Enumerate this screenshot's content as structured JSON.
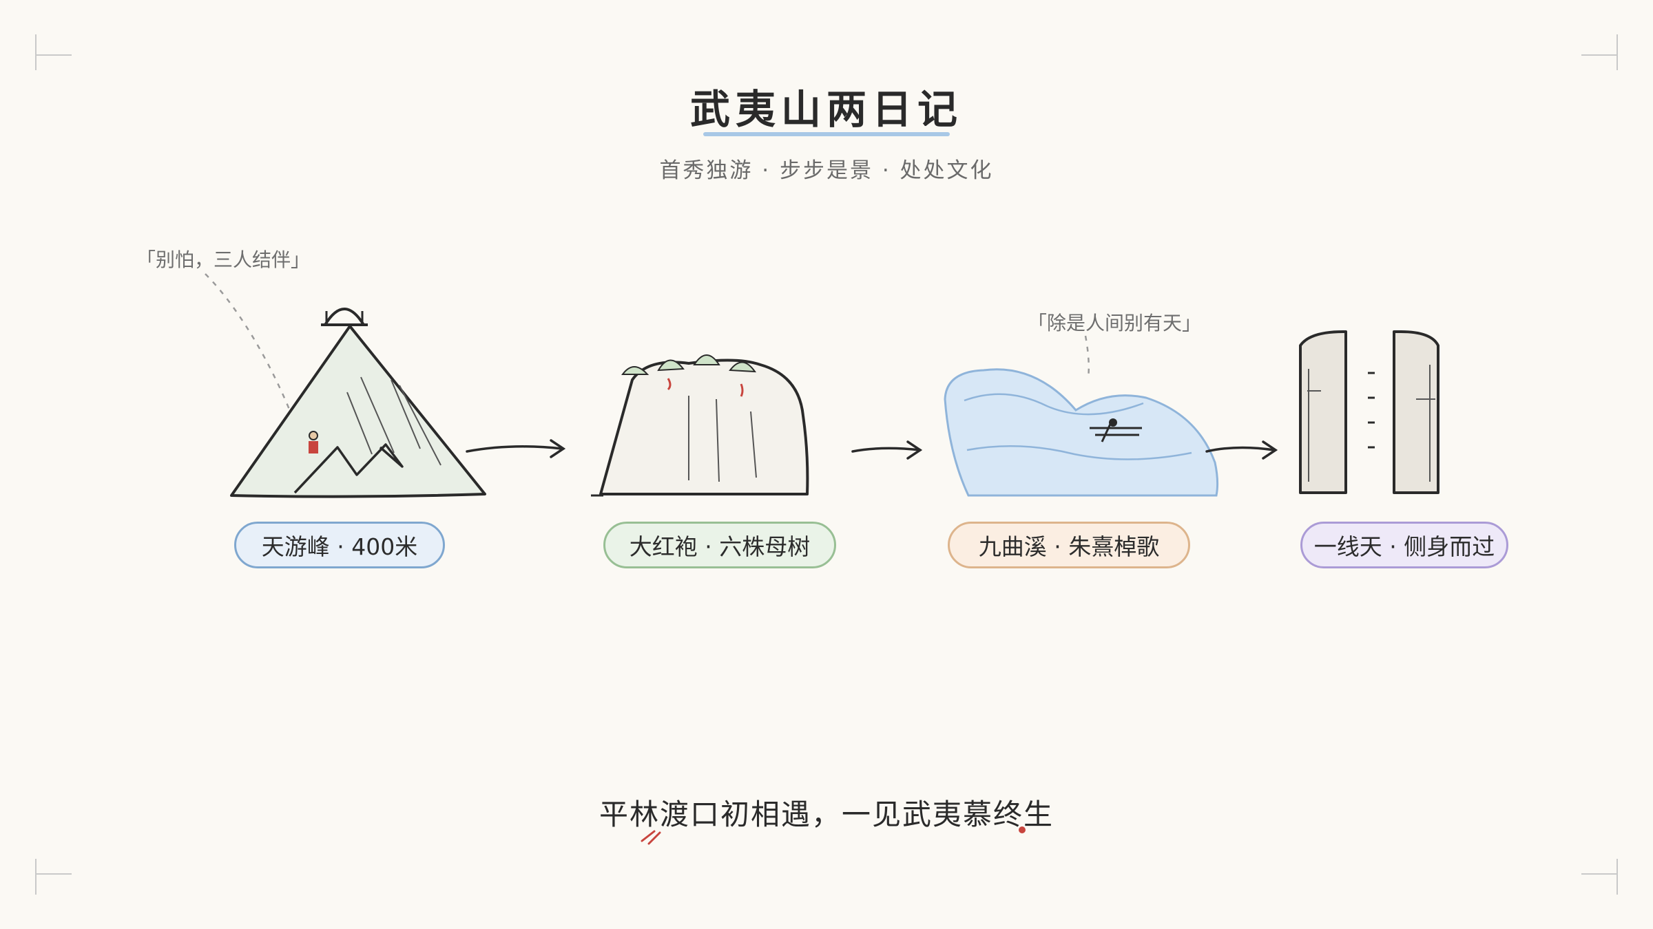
{
  "header": {
    "title": "武夷山两日记",
    "subtitle": "首秀独游 · 步步是景 · 处处文化"
  },
  "notes": {
    "companion": "「别怕，三人结伴」",
    "heaven": "「除是人间别有天」"
  },
  "stops": [
    {
      "label": "天游峰 · 400米",
      "bg": "#e8f0f9",
      "border": "#7fa7cf"
    },
    {
      "label": "大红袍 · 六株母树",
      "bg": "#eaf3e8",
      "border": "#98bf94"
    },
    {
      "label": "九曲溪 · 朱熹棹歌",
      "bg": "#fbeee2",
      "border": "#ddb48c"
    },
    {
      "label": "一线天 · 侧身而过",
      "bg": "#eee9f8",
      "border": "#ab9bd6"
    }
  ],
  "footer": {
    "poem": "平林渡口初相遇，一见武夷慕终生"
  },
  "colors": {
    "background": "#fbf9f4",
    "ink": "#2a2a2a",
    "accent_red": "#c8453e",
    "water_blue": "#d7e7f6",
    "mountain_green": "#e9efe6"
  },
  "icons": [
    "pavilion-icon",
    "hiker-icon",
    "tea-bush-icon",
    "boat-icon",
    "ladder-icon"
  ]
}
